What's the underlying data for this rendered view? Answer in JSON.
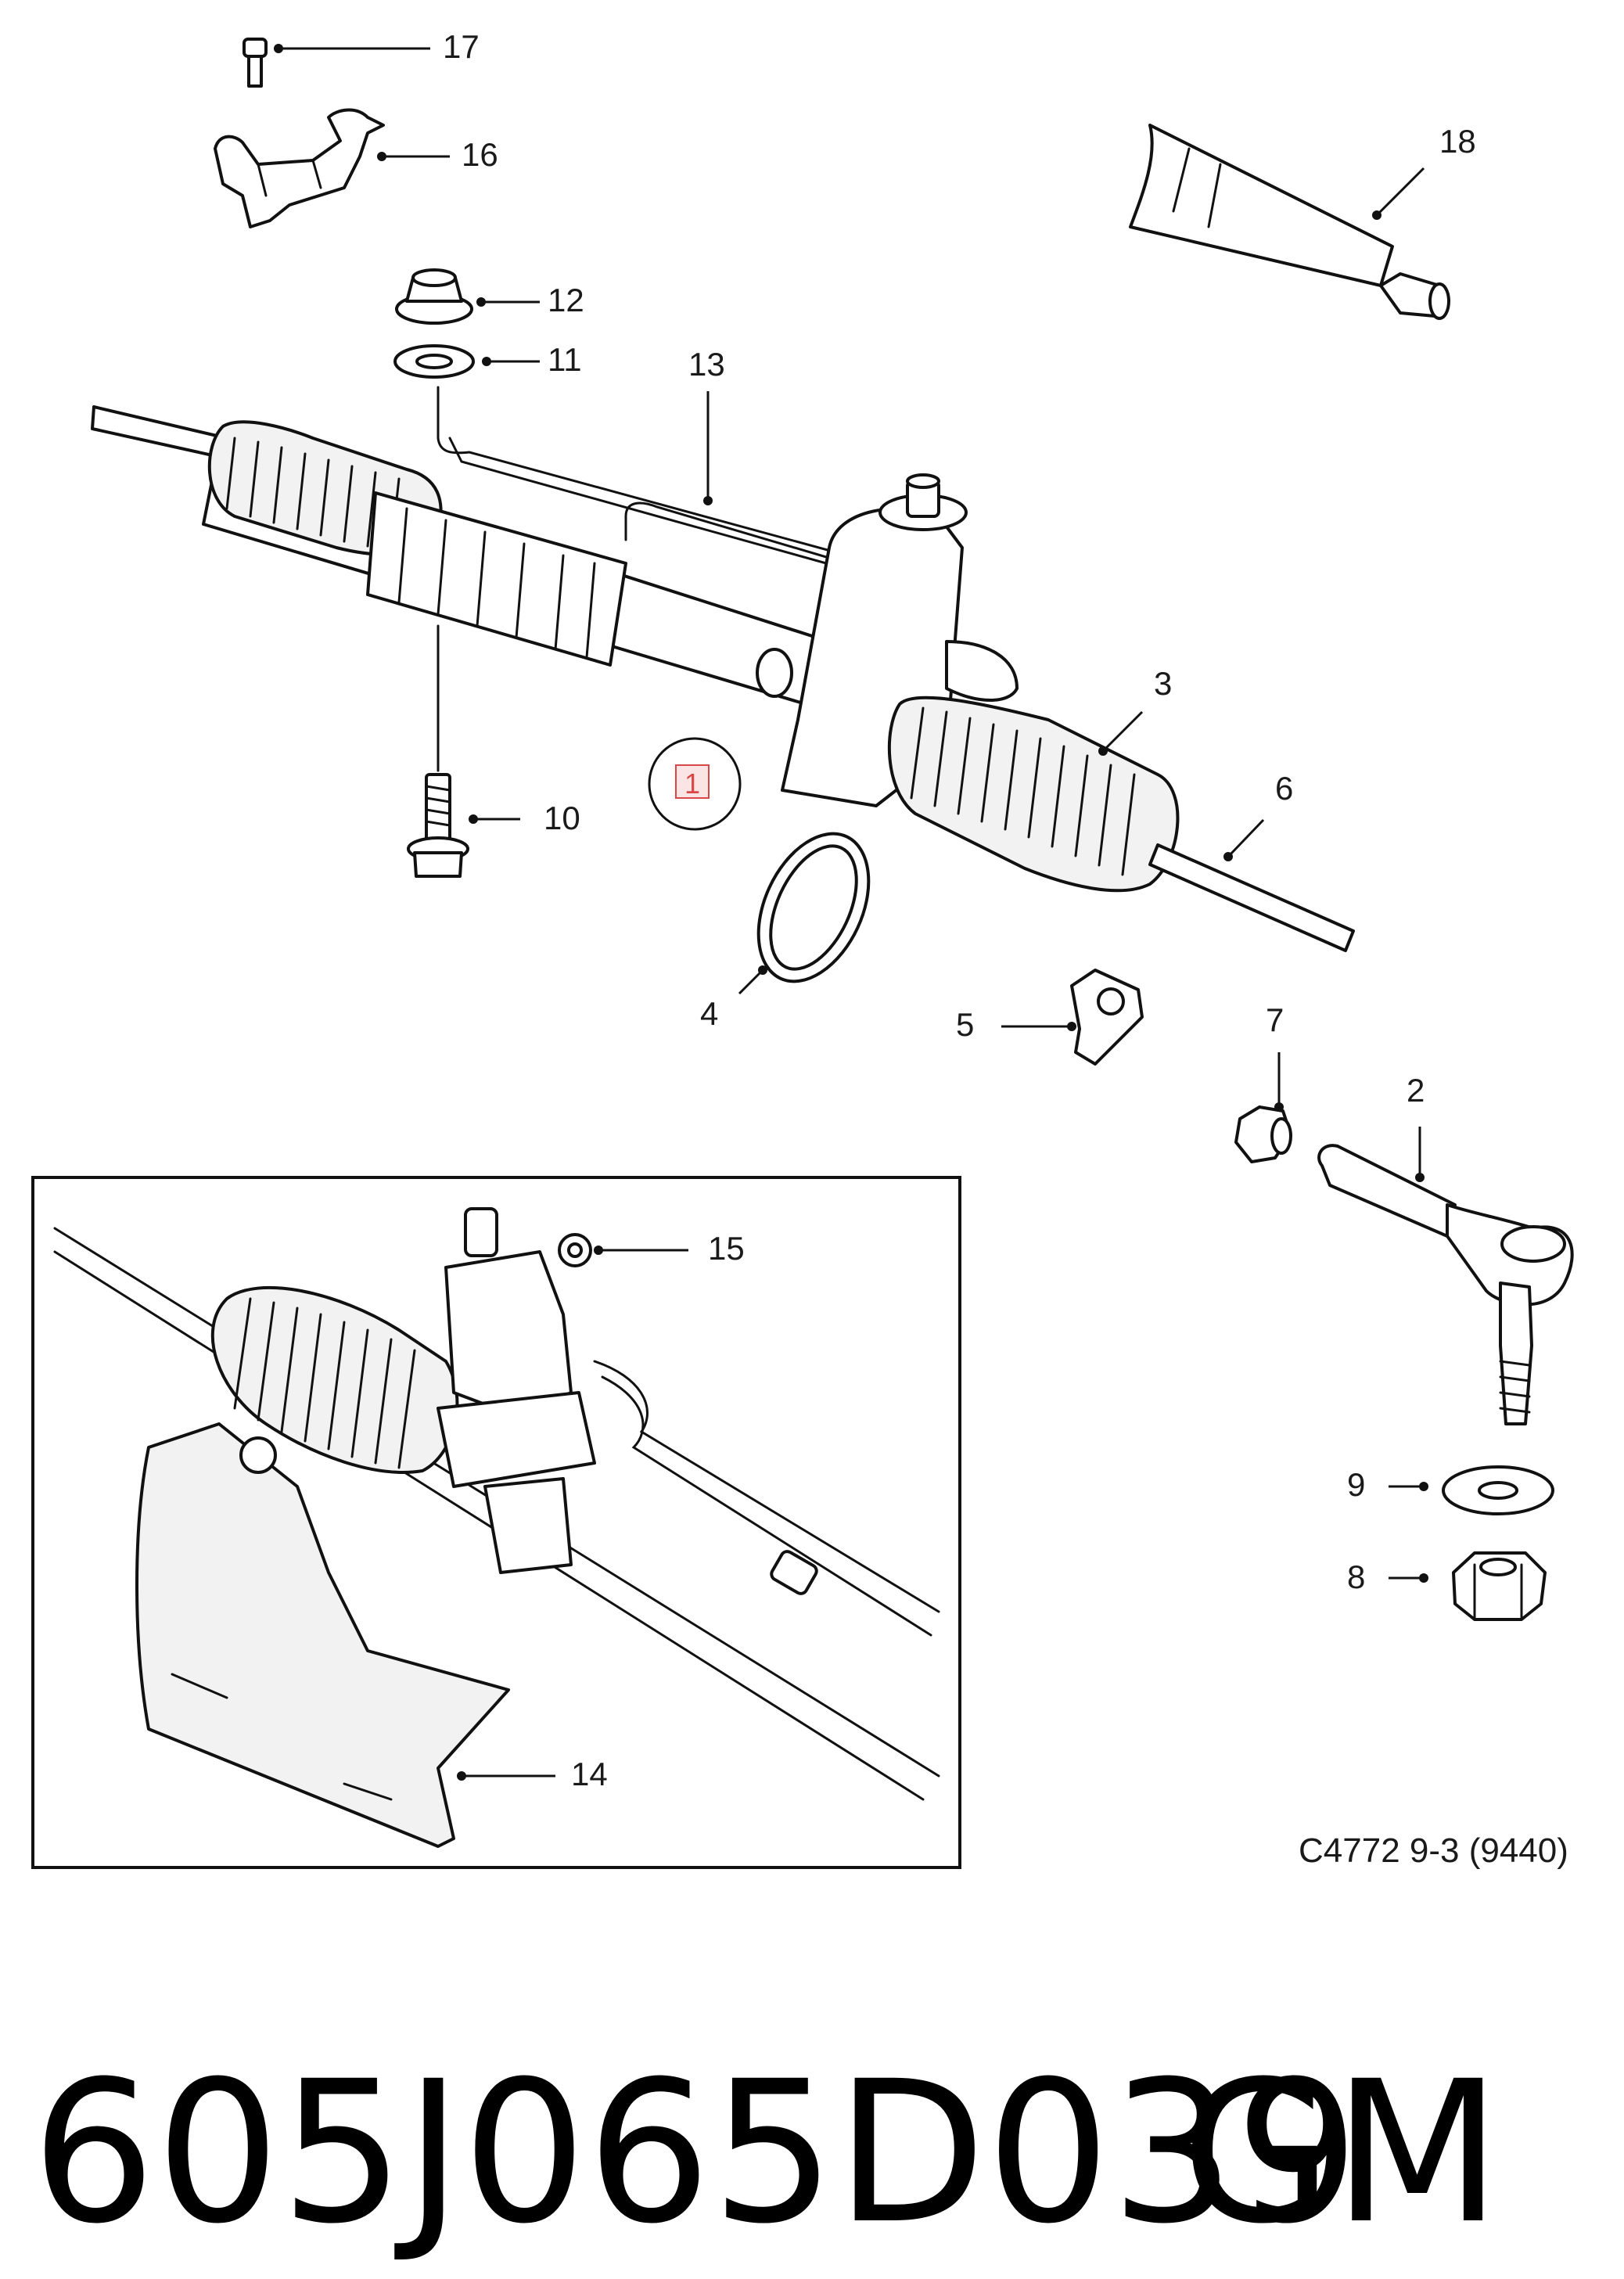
{
  "callouts": {
    "c1": "1",
    "c2": "2",
    "c3": "3",
    "c4": "4",
    "c5": "5",
    "c6": "6",
    "c7": "7",
    "c8": "8",
    "c9": "9",
    "c10": "10",
    "c11": "11",
    "c12": "12",
    "c13": "13",
    "c14": "14",
    "c15": "15",
    "c16": "16",
    "c17": "17",
    "c18": "18"
  },
  "diagram_code": "C4772 9-3 (9440)",
  "part_number": "605J065D039",
  "brand": "GM",
  "colors": {
    "line": "#111111",
    "highlight": "#d94848",
    "text": "#1a1a1a"
  }
}
